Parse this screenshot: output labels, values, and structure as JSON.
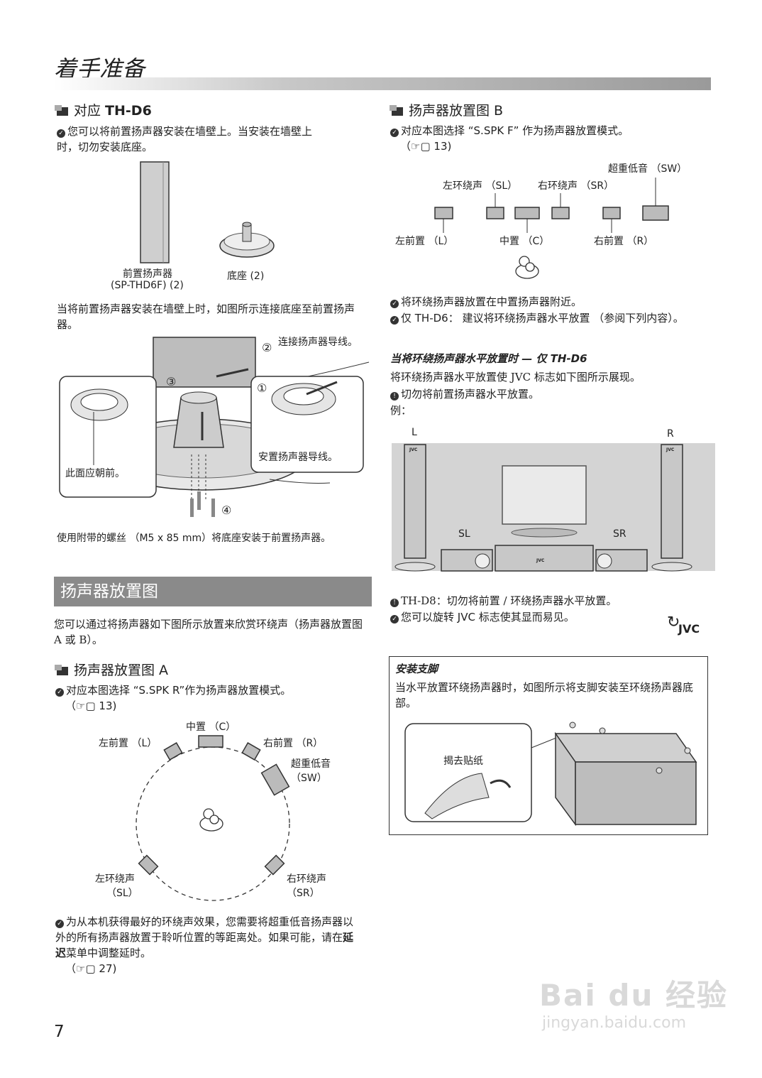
{
  "header": {
    "title": "着手准备"
  },
  "left": {
    "th_d6": {
      "heading_prefix": "对应 ",
      "heading_bold": "TH-D6",
      "note": "您可以将前置扬声器安装在墙壁上。当安装在墙壁上时，切勿安装底座。",
      "speaker_label_1": "前置扬声器",
      "speaker_label_2": "(SP-THD6F) (2)",
      "base_label": "底座 (2)",
      "instruction": "当将前置扬声器安装在墙壁上时，如图所示连接底座至前置扬声器。",
      "step2": "连接扬声器导线。",
      "step1": "安置扬声器导线。",
      "face_front": "此面应朝前。",
      "screw_note": "使用附带的螺丝 （M5 x 85 mm）将底座安装于前置扬声器。",
      "markers": [
        "①",
        "②",
        "③",
        "④"
      ]
    },
    "placement": {
      "band_title": "扬声器放置图",
      "intro": "您可以通过将扬声器如下图所示放置来欣赏环绕声（扬声器放置图 A 或 B）。"
    },
    "layout_a": {
      "heading": "扬声器放置图 A",
      "note_1": "对应本图选择 “S.SPK R”作为扬声器放置模式。",
      "note_ref": "13)",
      "center": "中置 （C）",
      "front_left": "左前置 （L）",
      "front_right": "右前置 （R）",
      "subwoofer_1": "超重低音",
      "subwoofer_2": "（SW）",
      "surround_left_1": "左环绕声",
      "surround_left_2": "（SL）",
      "surround_right_1": "右环绕声",
      "surround_right_2": "（SR）",
      "tip_1": "为从本机获得最好的环绕声效果，您需要将超重低音扬声器以外的所有扬声器放置于聆听位置的等距离处。如果可能，请在",
      "tip_bold": "延迟",
      "tip_2": "菜单中调整延时。",
      "tip_ref": "27)"
    },
    "page_number": "7"
  },
  "right": {
    "layout_b": {
      "heading": "扬声器放置图 B",
      "note_1": "对应本图选择 “S.SPK F” 作为扬声器放置模式。",
      "note_ref": "13)",
      "subwoofer": "超重低音 （SW）",
      "surround_left": "左环绕声 （SL）",
      "surround_right": "右环绕声 （SR）",
      "front_left": "左前置 （L）",
      "center": "中置 （C）",
      "front_right": "右前置 （R）",
      "note_2": "将环绕扬声器放置在中置扬声器附近。",
      "note_3": "仅 TH-D6： 建议将环绕扬声器水平放置 （参阅下列内容）。"
    },
    "horizontal": {
      "heading": "当将环绕扬声器水平放置时 — 仅 TH-D6",
      "line_1": "将环绕扬声器水平放置使 JVC 标志如下图所示展现。",
      "warn": "切勿将前置扬声器水平放置。",
      "example": "例：",
      "label_l": "L",
      "label_r": "R",
      "label_tv": "TV",
      "label_sl": "SL",
      "label_sr": "SR",
      "brand": "JVC",
      "warn_2": "TH-D8：切勿将前置 / 环绕扬声器水平放置。",
      "note_rotate": "您可以旋转 JVC 标志使其显而易见。"
    },
    "feet_box": {
      "title": "安装支脚",
      "body": "当水平放置环绕扬声器时，如图所示将支脚安装至环绕扬声器底部。",
      "peel": "揭去贴纸"
    }
  },
  "watermark": {
    "brand": "Bai du 经验",
    "url": "jingyan.baidu.com"
  },
  "colors": {
    "header_bar": "#9a9a9a",
    "band": "#8a8a8a",
    "speaker_fill": "#bbbbbb"
  }
}
